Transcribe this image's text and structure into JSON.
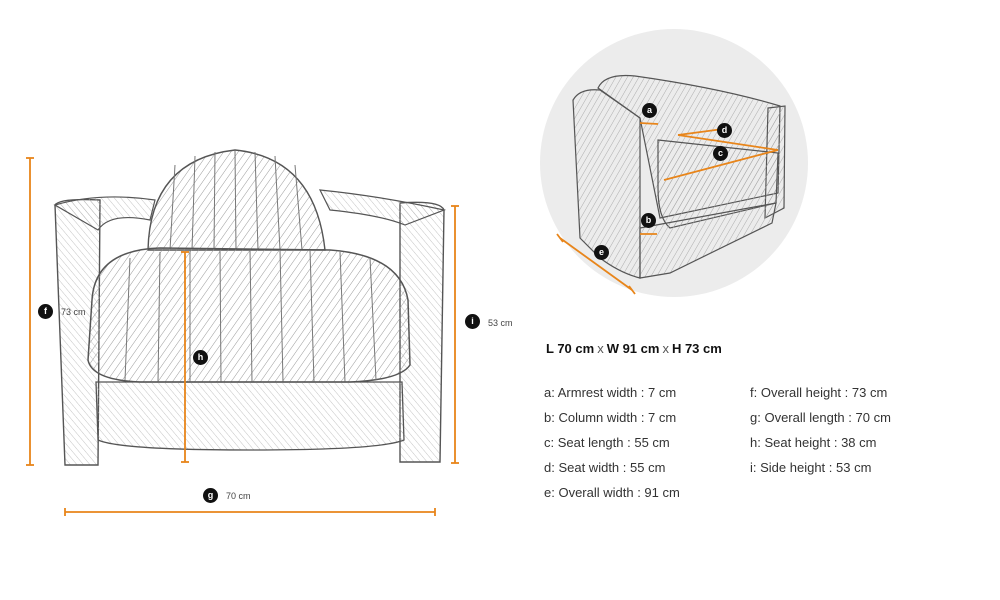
{
  "front_labels": {
    "f": {
      "letter": "f",
      "value": "73 cm"
    },
    "h": {
      "letter": "h"
    },
    "i": {
      "letter": "i",
      "value": "53 cm"
    },
    "g": {
      "letter": "g",
      "value": "70 cm"
    }
  },
  "thumb_labels": [
    "a",
    "d",
    "c",
    "b",
    "e"
  ],
  "overall": {
    "l": "L 70 cm",
    "w": "W 91 cm",
    "h": "H 73 cm",
    "sep": "x"
  },
  "specs_left": [
    "a: Armrest width : 7 cm",
    "b: Column width : 7 cm",
    "c: Seat length : 55 cm",
    "d: Seat width : 55 cm",
    "e: Overall width : 91 cm"
  ],
  "specs_right": [
    "f: Overall height : 73 cm",
    "g: Overall length : 70 cm",
    "h: Seat height : 38 cm",
    "i: Side height : 53 cm"
  ],
  "colors": {
    "accent": "#e8851a",
    "badge": "#111111",
    "sketch": "#555555",
    "circle": "#ececec"
  }
}
